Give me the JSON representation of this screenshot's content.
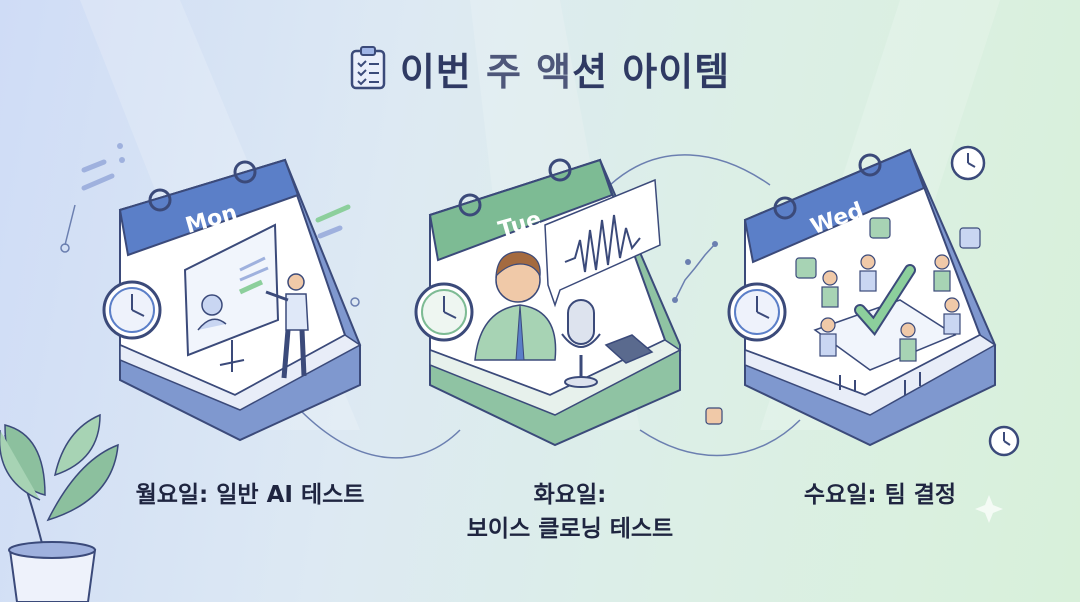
{
  "header": {
    "title": "이번 주 액션 아이템",
    "icon": "clipboard-checklist-icon"
  },
  "days": [
    {
      "tab": "Mon",
      "caption": "월요일: 일반 AI 테스트",
      "color": "#5b7fc8"
    },
    {
      "tab": "Tue",
      "caption_line1": "화요일:",
      "caption_line2": "보이스 클로닝 테스트",
      "color": "#7dbb94"
    },
    {
      "tab": "Wed",
      "caption": "수요일: 팀 결정",
      "color": "#5b7fc8"
    }
  ],
  "colors": {
    "title": "#2f3a63",
    "blue_accent": "#5b7fc8",
    "green_accent": "#7dbb94",
    "outline": "#3b4a7a"
  }
}
